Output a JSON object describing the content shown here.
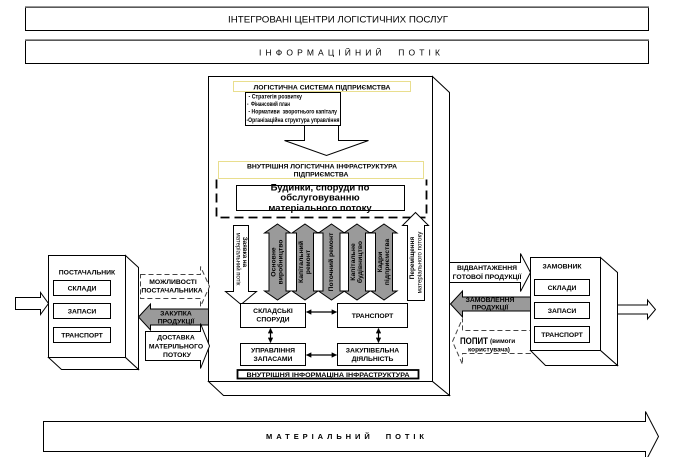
{
  "header": {
    "title": "ІНТЕГРОВАНІ ЦЕНТРИ ЛОГІСТИЧНИХ ПОСЛУГ",
    "information_flow": "ІНФОРМАЦІЙНИЙ ПОТІК"
  },
  "supplier": {
    "title": "ПОСТАЧАЛЬНИК",
    "components": [
      "СКЛАДИ",
      "ЗАПАСИ",
      "ТРАНСПОРТ"
    ]
  },
  "supplier_flows": {
    "capabilities": [
      "МОЖЛИВОСТІ",
      "ПОСТАЧАЛЬНИКА"
    ],
    "purchase": [
      "ЗАКУПКА",
      "ПРОДУКЦІЇ"
    ],
    "delivery": [
      "ДОСТАВКА",
      "МАТЕРІЛЬНОГО",
      "ПОТОКУ"
    ]
  },
  "enterprise": {
    "logistics_system": {
      "title": "ЛОГІСТИЧНА СИСТЕМА ПІДПРИЄМСТВА",
      "elements": [
        " - Стратегія розвитку",
        "-  Фінансовий план",
        " - Нормативи  зворотнього капіталу",
        "-Організаційна структура управління"
      ]
    },
    "internal_logistics_infrastructure": [
      "ВНУТРІШНЯ ЛОГІСТИЧНА ІНФРАСТРУКТУРА",
      "ПІДПРИЄМСТВА"
    ],
    "buildings": [
      "Будинки, споруди по",
      "обслуговуванню",
      "матеріального потоку"
    ],
    "material_request": [
      "Заявка на",
      "матеріальний потік"
    ],
    "material_movement": [
      "Переміщення",
      "матеріального потоку"
    ],
    "divisions": [
      [
        "Основне",
        "виробництво"
      ],
      [
        "Капітальний",
        "ремонт"
      ],
      [
        "Поточний ремонт"
      ],
      [
        "Капітальне",
        "будівництво"
      ],
      [
        "Кадри",
        "підприємства"
      ]
    ],
    "activities": {
      "warehousing": [
        "СКЛАДСЬКІ",
        "СПОРУДИ"
      ],
      "transport": [
        "ТРАНСПОРТ"
      ],
      "inventory_management": [
        "УПРАВЛІННЯ",
        "ЗАПАСАМИ"
      ],
      "procurement": [
        "ЗАКУПІВЕЛЬНА",
        "ДІЯЛЬНІСТЬ"
      ]
    },
    "internal_information_infrastructure": "ВНУТРІШНЯ ІНФОРМАЦІНА ІНФРАСТРУКТУРА"
  },
  "customer_flows": {
    "shipment": [
      "ВІДВАНТАЖЕННЯ",
      "ГОТОВОЇ ПРОДУКЦІЇ"
    ],
    "order": [
      "ЗАМОВЛЕННЯ",
      "ПРОДУКЦІЇ"
    ],
    "demand": {
      "label": "ПОПИТ",
      "note": [
        "(вимоги",
        "користувача)"
      ]
    }
  },
  "customer": {
    "title": "ЗАМОВНИК",
    "components": [
      "СКЛАДИ",
      "ЗАПАСИ",
      "ТРАНСПОРТ"
    ]
  },
  "footer": {
    "material_flow": "МАТЕРІАЛЬНИЙ ПОТІК"
  },
  "colors": {
    "line": "#000000",
    "arrow_fill_gray": "#9a9a9a",
    "label_outline": "#e9de8e",
    "dashed_outline": "#444444",
    "background": "#ffffff"
  }
}
